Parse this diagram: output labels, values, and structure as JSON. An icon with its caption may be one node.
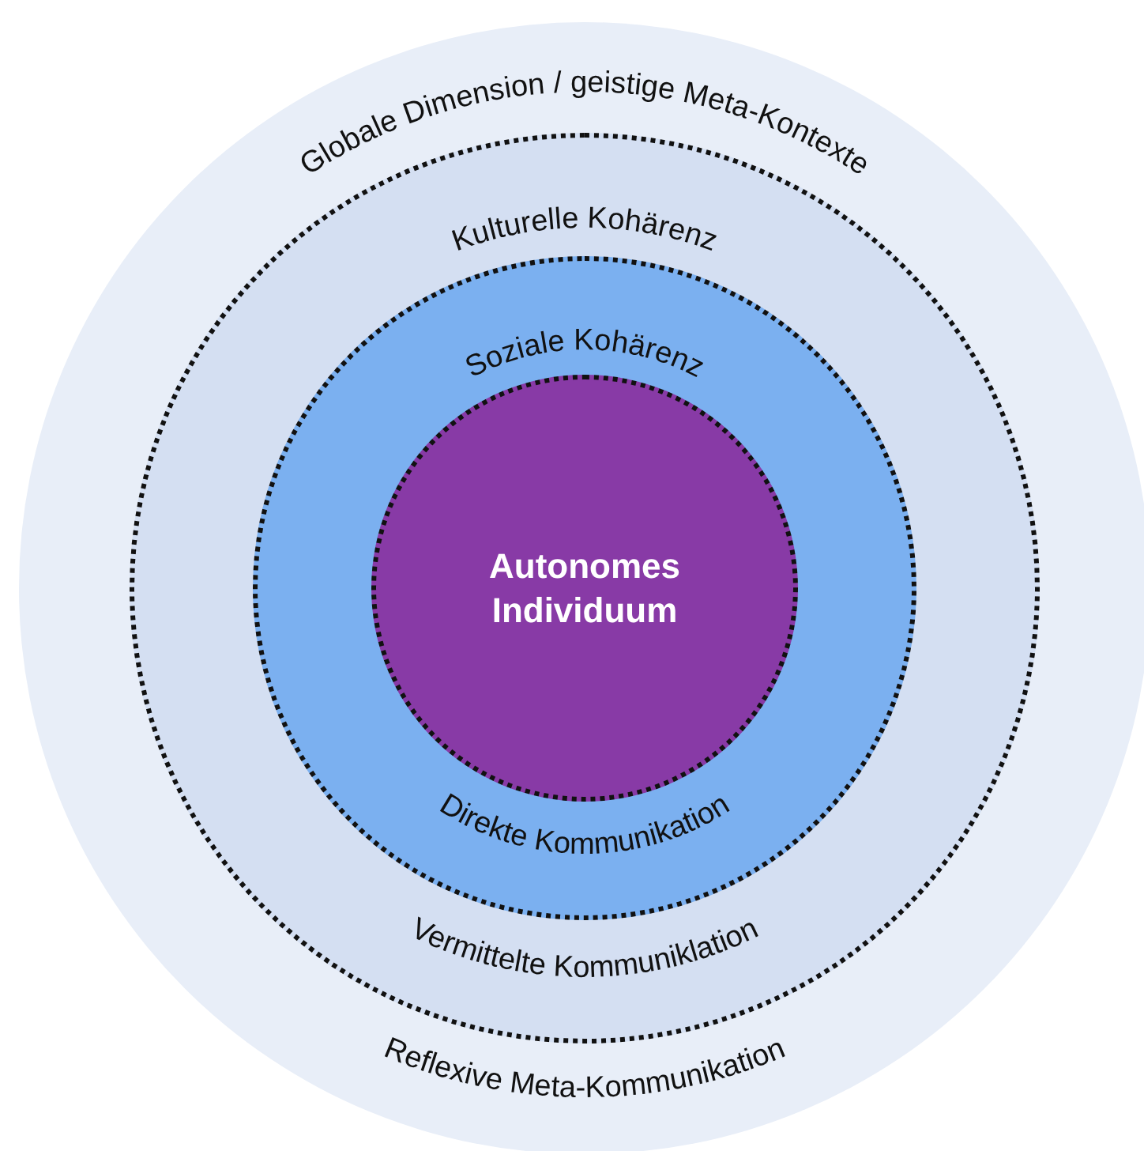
{
  "diagram": {
    "nodes": [
      {
        "text": [
          "Globale Dimension / geistige Meta-Kontexte",
          "Reflexive Meta-Kommunikation"
        ]
      },
      {
        "text": [
          "Kulturelle Kohärenz",
          "Vermittelte Kommuniklation"
        ],
        "in": 0
      },
      {
        "text": [
          "Soziale Kohärenz",
          "Direkte Kommunikation"
        ],
        "in": 1
      },
      {
        "text": [
          "Autonomes Individuum"
        ],
        "in": 2
      }
    ]
  }
}
